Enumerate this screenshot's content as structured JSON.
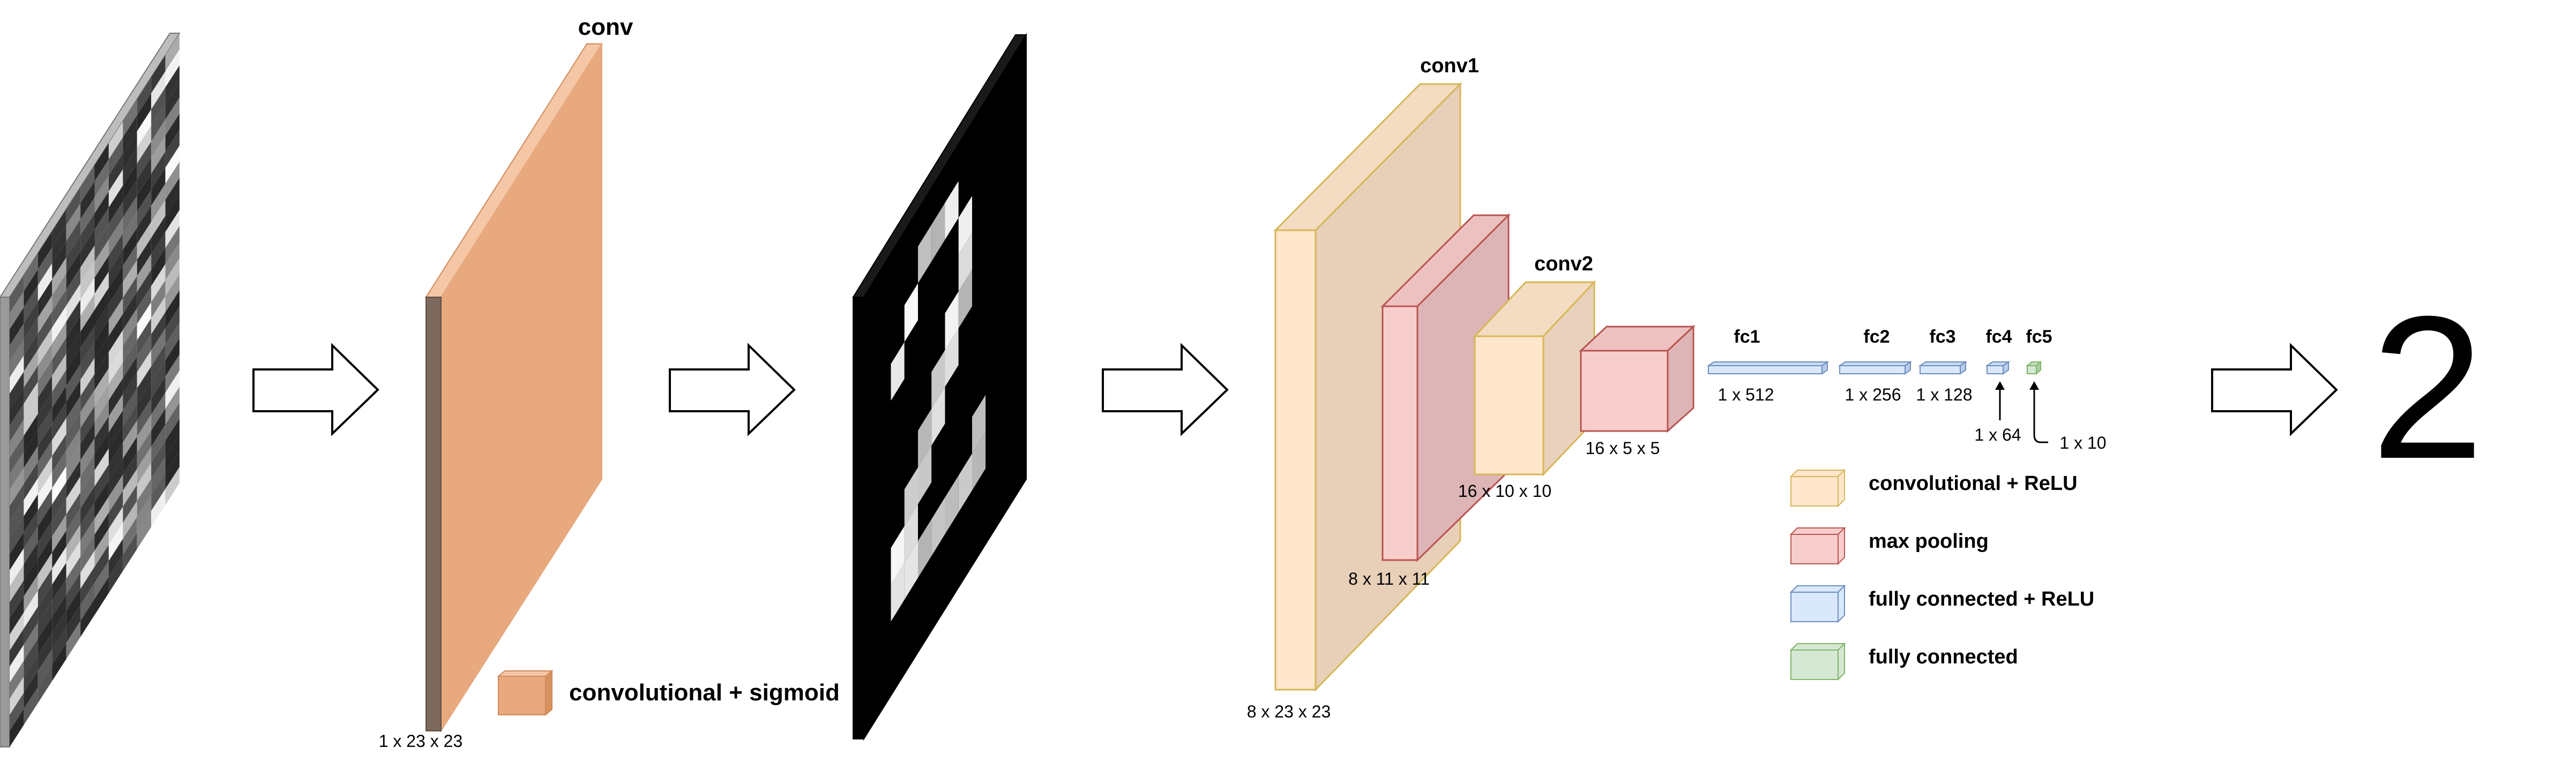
{
  "sigmoid_conv": {
    "title": "conv",
    "dims": "1 x 23 x 23",
    "legend_label": "convolutional + sigmoid",
    "color": "#E8A97F"
  },
  "cnn": {
    "conv1": {
      "title": "conv1",
      "dims": "8 x 23 x 23"
    },
    "pool1": {
      "dims": "8 x 11 x 11"
    },
    "conv2": {
      "title": "conv2",
      "dims": "16 x 10 x 10"
    },
    "pool2": {
      "dims": "16 x 5 x 5"
    },
    "fc1": {
      "title": "fc1",
      "dims": "1 x 512"
    },
    "fc2": {
      "title": "fc2",
      "dims": "1 x 256"
    },
    "fc3": {
      "title": "fc3",
      "dims": "1 x 128"
    },
    "fc4": {
      "title": "fc4",
      "dims": "1 x 64"
    },
    "fc5": {
      "title": "fc5",
      "dims": "1 x 10"
    }
  },
  "legend": [
    {
      "label": "convolutional + ReLU",
      "fill": "#FFE6CC",
      "stroke": "#D6B656"
    },
    {
      "label": "max pooling",
      "fill": "#F8CECC",
      "stroke": "#B85450"
    },
    {
      "label": "fully connected + ReLU",
      "fill": "#DAE8FC",
      "stroke": "#6C8EBF"
    },
    {
      "label": "fully connected",
      "fill": "#D5E8D4",
      "stroke": "#82B366"
    }
  ],
  "output": {
    "prediction": "2"
  },
  "colors": {
    "conv_relu_fill": "#FFE6CC",
    "conv_relu_stroke": "#D6B656",
    "pool_fill": "#F8CECC",
    "pool_stroke": "#B85450",
    "fc_relu_fill": "#DAE8FC",
    "fc_relu_stroke": "#6C8EBF",
    "fc_fill": "#D5E8D4",
    "fc_stroke": "#82B366",
    "sigmoid": "#E8A97F"
  }
}
